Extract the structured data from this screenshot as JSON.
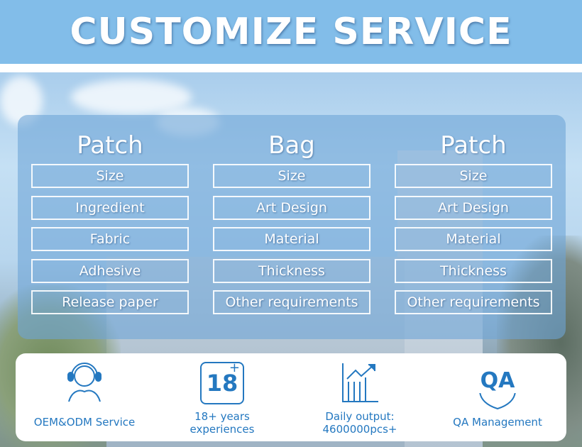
{
  "banner": {
    "title": "CUSTOMIZE SERVICE"
  },
  "columns": [
    {
      "title": "Patch",
      "items": [
        "Size",
        "Ingredient",
        "Fabric",
        "Adhesive",
        "Release paper"
      ]
    },
    {
      "title": "Bag",
      "items": [
        "Size",
        "Art Design",
        "Material",
        "Thickness",
        "Other requirements"
      ]
    },
    {
      "title": "Patch",
      "items": [
        "Size",
        "Art Design",
        "Material",
        "Thickness",
        "Other requirements"
      ]
    }
  ],
  "features": [
    {
      "icon": "headset-person-icon",
      "label": "OEM&ODM Service"
    },
    {
      "icon": "eighteen-plus-badge-icon",
      "badge": "18",
      "label_line1": "18+ years",
      "label_line2": "experiences"
    },
    {
      "icon": "growth-chart-icon",
      "label_line1": "Daily output:",
      "label_line2": "4600000pcs+"
    },
    {
      "icon": "qa-shield-icon",
      "badge": "QA",
      "label": "QA Management"
    }
  ],
  "colors": {
    "banner": "#82bde9",
    "accent": "#2478c0"
  }
}
